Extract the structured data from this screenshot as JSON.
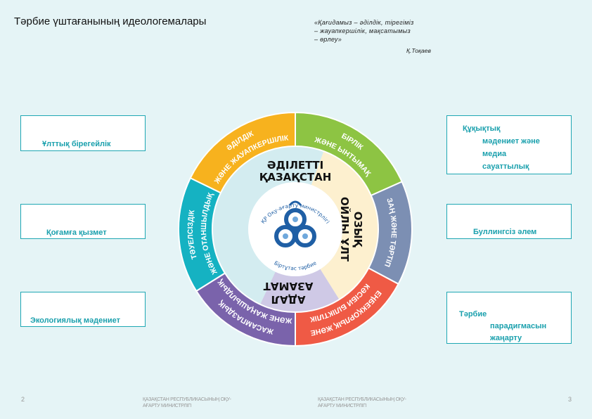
{
  "title": "Тәрбие үштағанының идеологемалары",
  "quote": {
    "lines": [
      "«Қағидамыз – әділдік, тірегіміз",
      "– жауапкершілік, мақсатымыз",
      "– өрлеу»"
    ],
    "author": "Қ.Тоқаев"
  },
  "left_boxes": [
    "Ұлттық бірегейлік",
    "Қоғамға қызмет",
    "Экологиялық мәдениет"
  ],
  "right_boxes": [
    {
      "lines": [
        "Құқықтық",
        "мәдениет  және",
        "медиа",
        "сауаттылық"
      ]
    },
    {
      "lines": [
        "Буллингсіз әлем"
      ]
    },
    {
      "lines": [
        "Тәрбие",
        "парадигмасын",
        "жаңарту"
      ]
    }
  ],
  "wheel": {
    "segments": [
      {
        "color": "#8dc443",
        "lines": [
          "БІРЛІК",
          "ЖӘНЕ ЫНТЫМАҚ"
        ]
      },
      {
        "color": "#7c8fb3",
        "lines": [
          "ЗАҢ ЖӘНЕ ТӘРТІП"
        ]
      },
      {
        "color": "#ef5a45",
        "lines": [
          "ЕҢБЕКҚОРЛЫҚ ЖӘНЕ",
          "КӘСІБИ БІЛІКТІЛІК"
        ]
      },
      {
        "color": "#7a63ab",
        "lines": [
          "ЖАСАМПАЗДЫҚ",
          "ЖӘНЕ ЖАҢАШЫЛДЫҚ"
        ]
      },
      {
        "color": "#15b2c2",
        "lines": [
          "ТӘУЕЛСІЗДІК",
          "ЖӘНЕ ОТАНШЫЛДЫҚ"
        ]
      },
      {
        "color": "#f7b21e",
        "lines": [
          "ӘДІЛДІК",
          "ЖӘНЕ ЖАУАПКЕРШІЛІК"
        ]
      }
    ],
    "inner": [
      {
        "color": "#d3ecf0",
        "lines": [
          "ӘДІЛЕТТІ",
          "ҚАЗАҚСТАН"
        ]
      },
      {
        "color": "#fdf0cf",
        "lines": [
          "ОЗЫҚ",
          "ОЙЛЫ ҰЛТ"
        ]
      },
      {
        "color": "#cfc9e6",
        "lines": [
          "АДАЛ",
          "АЗАМАТ"
        ]
      }
    ],
    "logo": {
      "top": "ҚР Оқу-ағарту министрлігі",
      "bottom": "Біртұтас тәрбие",
      "color": "#1f5fa5"
    }
  },
  "footer": {
    "left_page": "2",
    "right_page": "3",
    "ministry_lines": [
      "ҚАЗАҚСТАН РЕСПУБЛИКАСЫНЫҢ ОҚУ-",
      "АҒАРТУ МИНИСТРЛІГІ"
    ]
  }
}
